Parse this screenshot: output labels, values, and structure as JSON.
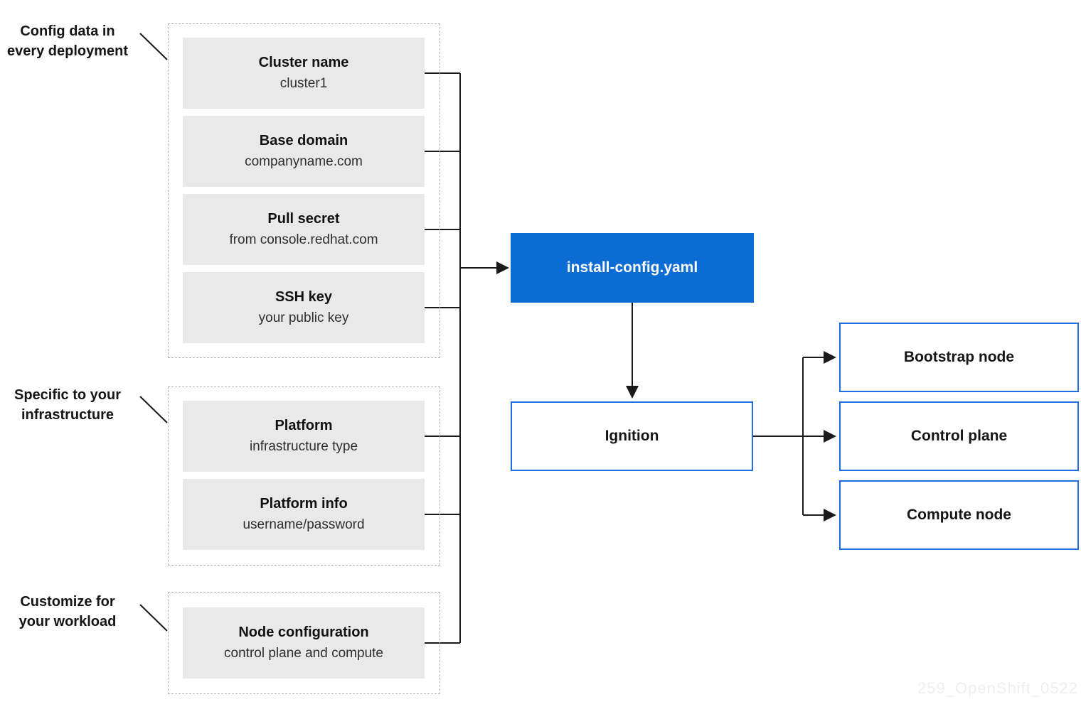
{
  "side_labels": [
    {
      "line1": "Config data in",
      "line2": "every deployment"
    },
    {
      "line1": "Specific to your",
      "line2": "infrastructure"
    },
    {
      "line1": "Customize for",
      "line2": "your workload"
    }
  ],
  "config_boxes": [
    {
      "title": "Cluster name",
      "subtitle": "cluster1"
    },
    {
      "title": "Base domain",
      "subtitle": "companyname.com"
    },
    {
      "title": "Pull secret",
      "subtitle": "from console.redhat.com"
    },
    {
      "title": "SSH key",
      "subtitle": "your public key"
    },
    {
      "title": "Platform",
      "subtitle": "infrastructure type"
    },
    {
      "title": "Platform info",
      "subtitle": "username/password"
    },
    {
      "title": "Node configuration",
      "subtitle": "control plane and compute"
    }
  ],
  "install_config_label": "install-config.yaml",
  "ignition_label": "Ignition",
  "output_boxes": [
    {
      "label": "Bootstrap node"
    },
    {
      "label": "Control plane"
    },
    {
      "label": "Compute node"
    }
  ],
  "watermark": "259_OpenShift_0522",
  "colors": {
    "blue_fill": "#0b6cd4",
    "blue_border": "#1e70de",
    "box_gray": "#e9e9e9",
    "line": "#1a1a1a",
    "dash": "#b3b3b3",
    "title_text": "#111111",
    "subtitle_text": "#2e2e2e",
    "watermark_text": "#edeff1"
  }
}
